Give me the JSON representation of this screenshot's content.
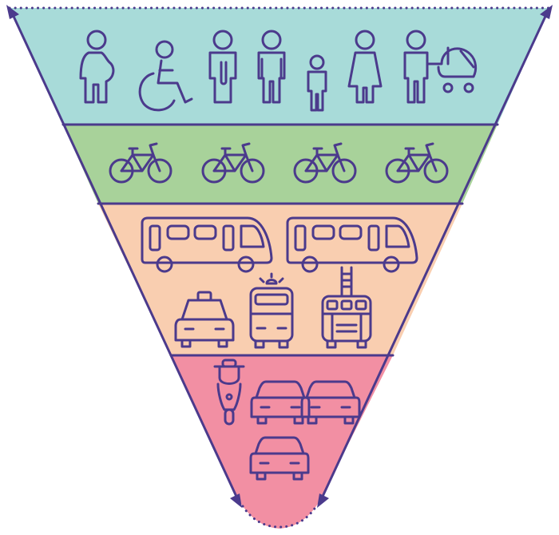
{
  "diagram": {
    "type": "inverted-transport-pyramid",
    "line_color": "#4b3a8c",
    "tiers": [
      {
        "level": 1,
        "color": "#a8dbd9",
        "icons": [
          "pregnant-woman-icon",
          "wheelchair-user-icon",
          "person-with-cane-icon",
          "man-icon",
          "child-icon",
          "woman-icon",
          "parent-with-pram-icon"
        ]
      },
      {
        "level": 2,
        "color": "#a8d29a",
        "icons": [
          "bicycle-icon",
          "bicycle-icon",
          "bicycle-icon",
          "bicycle-icon"
        ]
      },
      {
        "level": 3,
        "color": "#f9ceb0",
        "icons": [
          "bus-icon",
          "bus-icon",
          "taxi-icon",
          "ambulance-icon",
          "fire-truck-icon"
        ]
      },
      {
        "level": 4,
        "color": "#f28fa3",
        "icons": [
          "scooter-icon",
          "car-icon",
          "car-icon",
          "car-icon"
        ]
      }
    ]
  }
}
